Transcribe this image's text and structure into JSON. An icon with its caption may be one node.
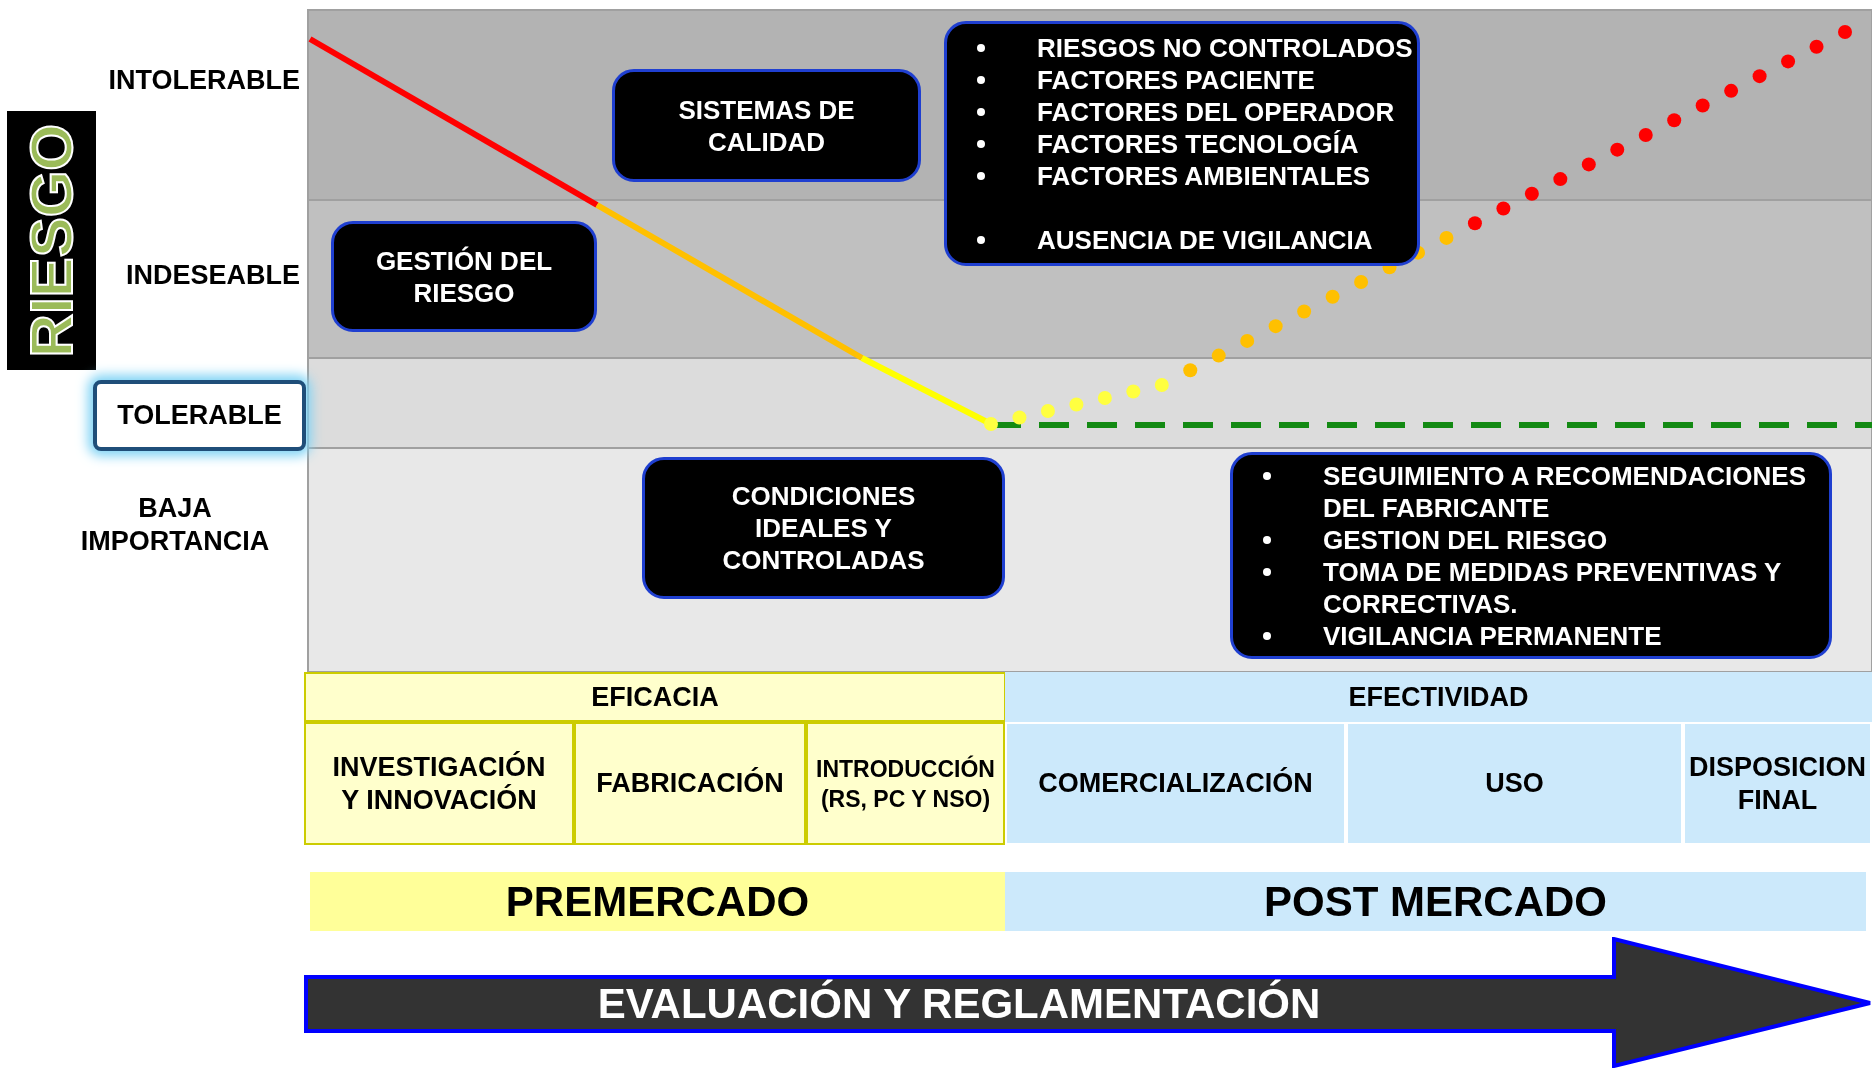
{
  "diagram": {
    "nodes": [
      {
        "text": [
          "RIESGO"
        ]
      },
      {
        "text": [
          "SISTEMAS DE CALIDAD"
        ]
      },
      {
        "text": [
          "RIESGOS NO CONTROLADOS",
          "FACTORES PACIENTE",
          "FACTORES DEL OPERADOR",
          "FACTORES TECNOLOGÍA",
          "FACTORES AMBIENTALES",
          "AUSENCIA DE VIGILANCIA"
        ]
      },
      {
        "text": [
          "GESTIÓN DEL RIESGO"
        ]
      },
      {
        "text": [
          "TOLERABLE"
        ]
      },
      {
        "text": [
          "CONDICIONES IDEALES Y CONTROLADAS"
        ]
      },
      {
        "text": [
          "SEGUIMIENTO A RECOMENDACIONES DEL FABRICANTE",
          "GESTION DEL RIESGO",
          "TOMA DE MEDIDAS PREVENTIVAS Y CORRECTIVAS.",
          "VIGILANCIA PERMANENTE"
        ]
      },
      {
        "text": [
          "PREMERCADO"
        ]
      },
      {
        "text": [
          "POST MERCADO"
        ]
      },
      {
        "text": [
          "EVALUACIÓN Y REGLAMENTACIÓN"
        ]
      }
    ],
    "labels": [
      "INTOLERABLE",
      "INDESEABLE",
      "BAJA IMPORTANCIA",
      "EFICACIA",
      "EFECTIVIDAD",
      "INVESTIGACIÓN Y INNOVACIÓN",
      "FABRICACIÓN",
      "INTRODUCCIÓN (RS, PC Y NSO)",
      "COMERCIALIZACIÓN",
      "USO",
      "DISPOSICION FINAL"
    ]
  }
}
